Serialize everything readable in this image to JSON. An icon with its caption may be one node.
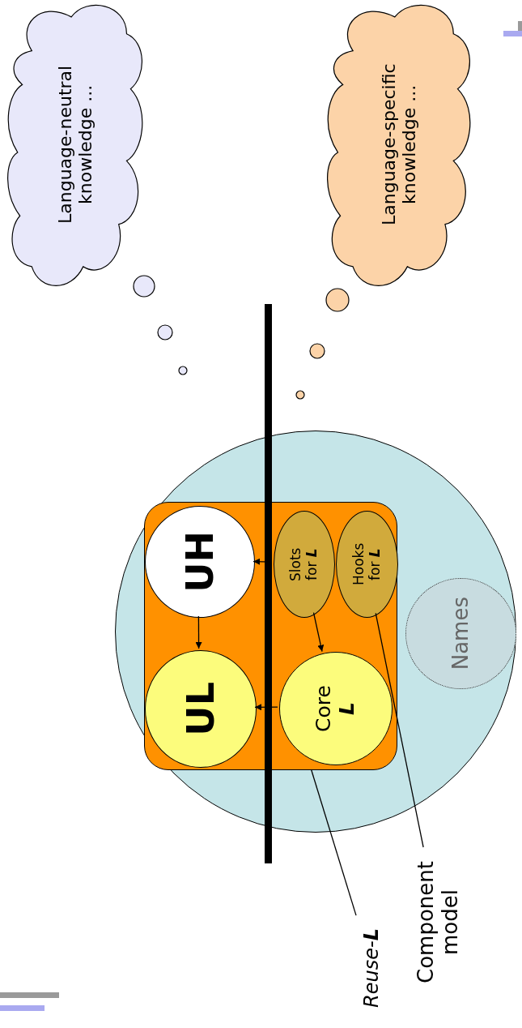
{
  "diagram": {
    "nodes": [
      {
        "text": [
          "Language-neutral knowledge ..."
        ]
      },
      {
        "text": [
          "Language-specific knowledge ..."
        ]
      },
      {
        "text": [],
        "shape": "circle"
      },
      {
        "text": [],
        "shape": "box",
        "in": 2
      },
      {
        "text": [
          "UH"
        ],
        "in": 3
      },
      {
        "text": [
          "UL"
        ],
        "in": 3
      },
      {
        "text": [
          "Slots for **L**"
        ],
        "in": 3
      },
      {
        "text": [
          "Hooks for **L**"
        ],
        "in": 3
      },
      {
        "text": [
          "Core **L**"
        ],
        "in": 3
      },
      {
        "text": [
          "Names"
        ],
        "in": 2
      },
      {
        "text": [
          "Reuse-**L**"
        ]
      },
      {
        "text": [
          "Component model"
        ]
      }
    ],
    "edges": [
      {
        "from": 4,
        "to": 5,
        "arrow": "to"
      },
      {
        "from": 6,
        "to": 4,
        "arrow": "to"
      },
      {
        "from": 8,
        "to": 5,
        "arrow": "to"
      },
      {
        "from": 6,
        "to": 8,
        "arrow": "to"
      },
      {
        "from": 10,
        "to": 3,
        "arrow": "none"
      },
      {
        "from": 11,
        "to": 7,
        "arrow": "none"
      }
    ]
  }
}
